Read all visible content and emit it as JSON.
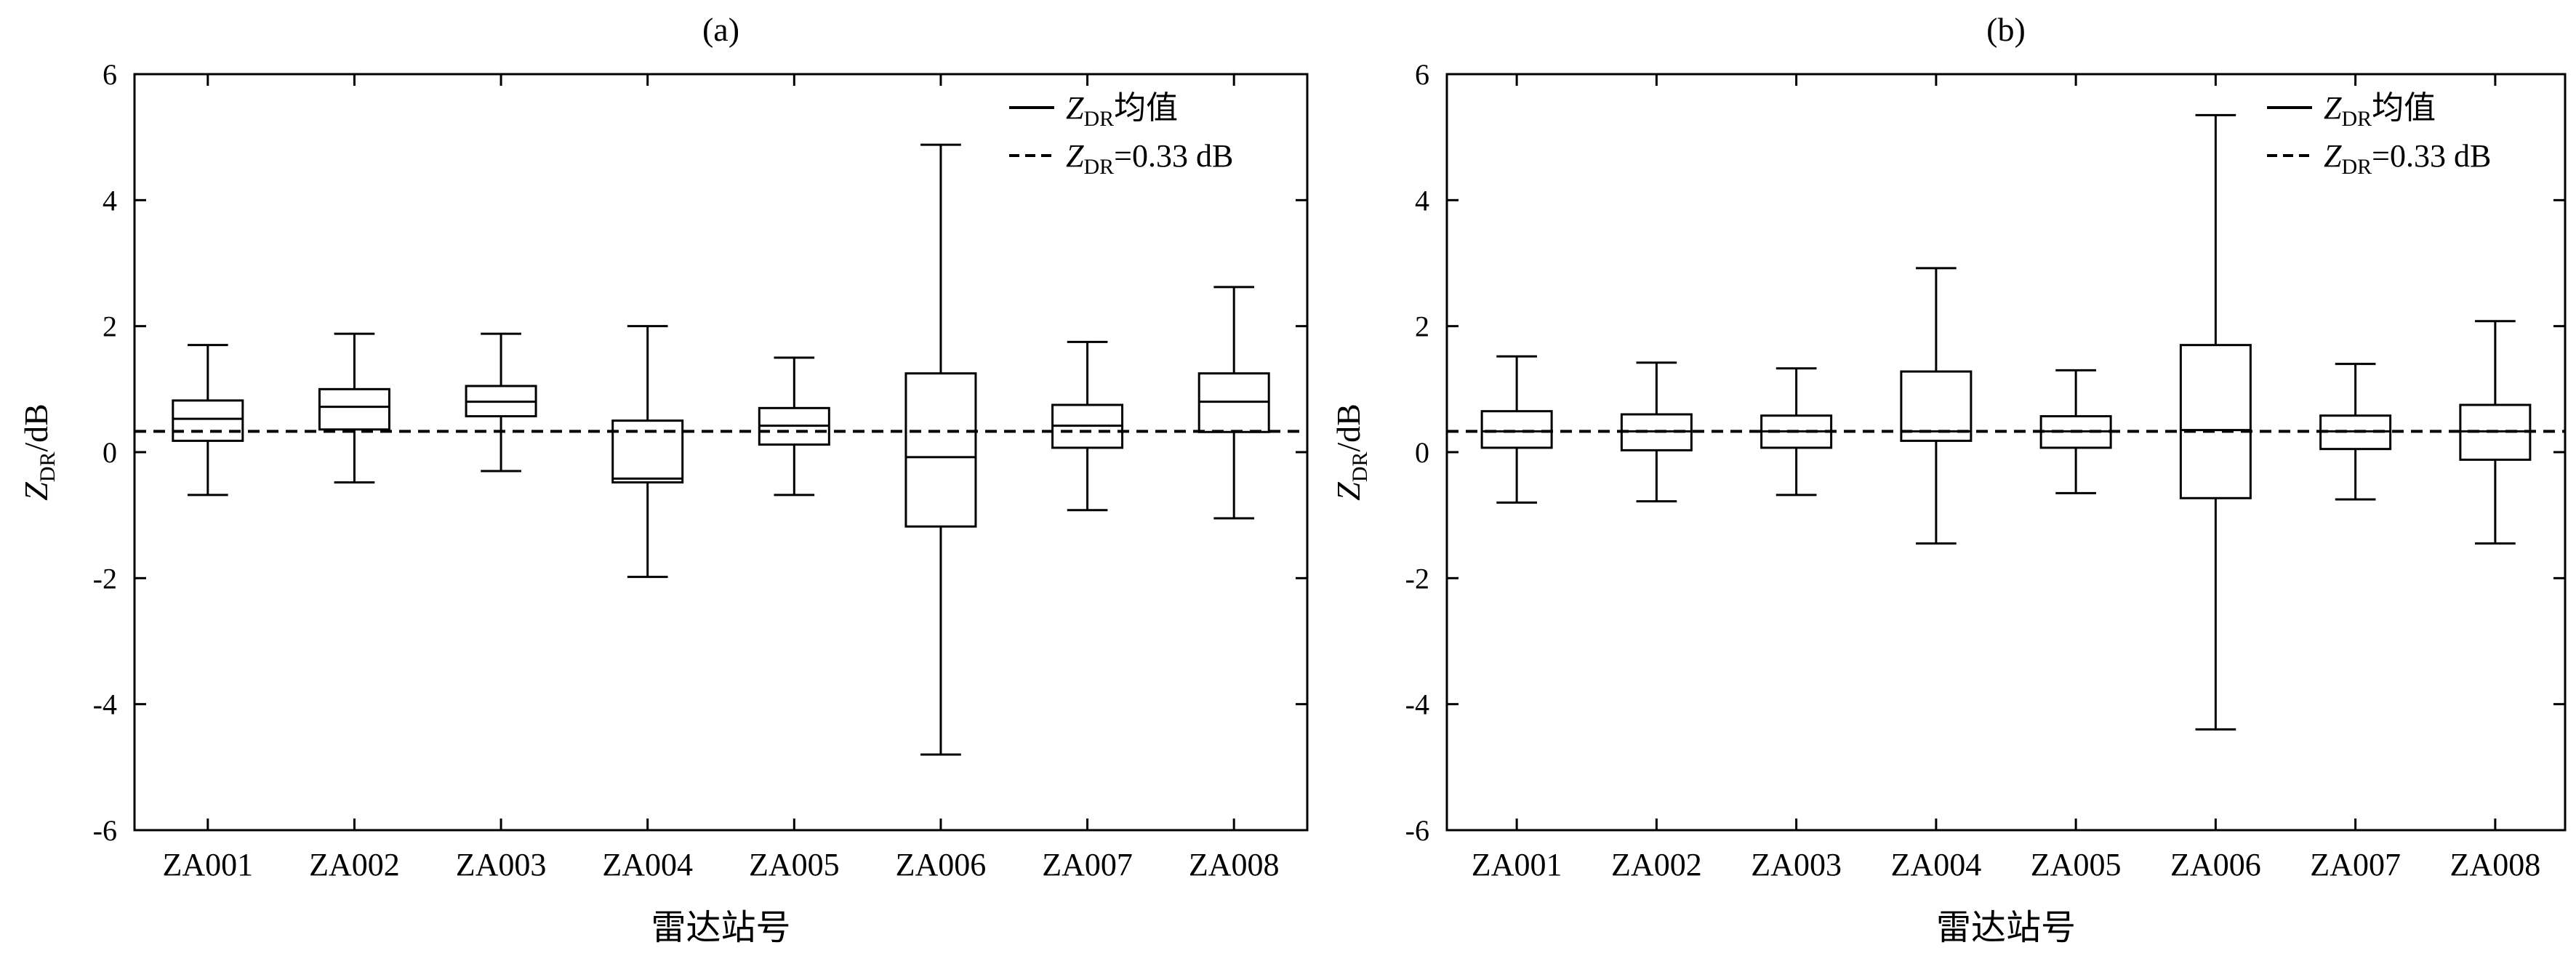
{
  "chart_data": [
    {
      "type": "box",
      "title": "(a)",
      "xlabel": "雷达站号",
      "ylabel": {
        "main": "Z",
        "sub": "DR",
        "unit": "/dB"
      },
      "ylim": [
        -6,
        6
      ],
      "yticks": [
        "6",
        "4",
        "2",
        "0",
        "-2",
        "-4",
        "-6"
      ],
      "grid": false,
      "legend_position": "top-right",
      "legend": [
        {
          "symbol": "Z",
          "sub": "DR",
          "text": "均值",
          "style": "solid"
        },
        {
          "symbol": "Z",
          "sub": "DR",
          "text": "=0.33 dB",
          "style": "dashed"
        }
      ],
      "reference_line": 0.33,
      "categories": [
        "ZA001",
        "ZA002",
        "ZA003",
        "ZA004",
        "ZA005",
        "ZA006",
        "ZA007",
        "ZA008"
      ],
      "boxes": [
        {
          "whisker_low": -0.68,
          "q1": 0.18,
          "median": 0.53,
          "q3": 0.82,
          "whisker_high": 1.7
        },
        {
          "whisker_low": -0.48,
          "q1": 0.36,
          "median": 0.72,
          "q3": 1.0,
          "whisker_high": 1.88
        },
        {
          "whisker_low": -0.3,
          "q1": 0.57,
          "median": 0.8,
          "q3": 1.05,
          "whisker_high": 1.88
        },
        {
          "whisker_low": -1.98,
          "q1": -0.48,
          "median": -0.42,
          "q3": 0.5,
          "whisker_high": 2.0
        },
        {
          "whisker_low": -0.68,
          "q1": 0.12,
          "median": 0.42,
          "q3": 0.7,
          "whisker_high": 1.5
        },
        {
          "whisker_low": -4.8,
          "q1": -1.18,
          "median": -0.08,
          "q3": 1.25,
          "whisker_high": 4.88
        },
        {
          "whisker_low": -0.92,
          "q1": 0.07,
          "median": 0.42,
          "q3": 0.75,
          "whisker_high": 1.75
        },
        {
          "whisker_low": -1.05,
          "q1": 0.32,
          "median": 0.8,
          "q3": 1.25,
          "whisker_high": 2.62
        }
      ]
    },
    {
      "type": "box",
      "title": "(b)",
      "xlabel": "雷达站号",
      "ylabel": {
        "main": "Z",
        "sub": "DR",
        "unit": "/dB"
      },
      "ylim": [
        -6,
        6
      ],
      "yticks": [
        "6",
        "4",
        "2",
        "0",
        "-2",
        "-4",
        "-6"
      ],
      "grid": false,
      "legend_position": "top-right",
      "legend": [
        {
          "symbol": "Z",
          "sub": "DR",
          "text": "均值",
          "style": "solid"
        },
        {
          "symbol": "Z",
          "sub": "DR",
          "text": "=0.33 dB",
          "style": "dashed"
        }
      ],
      "reference_line": 0.33,
      "categories": [
        "ZA001",
        "ZA002",
        "ZA003",
        "ZA004",
        "ZA005",
        "ZA006",
        "ZA007",
        "ZA008"
      ],
      "boxes": [
        {
          "whisker_low": -0.8,
          "q1": 0.07,
          "median": 0.33,
          "q3": 0.65,
          "whisker_high": 1.52
        },
        {
          "whisker_low": -0.78,
          "q1": 0.03,
          "median": 0.33,
          "q3": 0.6,
          "whisker_high": 1.42
        },
        {
          "whisker_low": -0.68,
          "q1": 0.07,
          "median": 0.33,
          "q3": 0.58,
          "whisker_high": 1.33
        },
        {
          "whisker_low": -1.45,
          "q1": 0.18,
          "median": 0.33,
          "q3": 1.28,
          "whisker_high": 2.92
        },
        {
          "whisker_low": -0.65,
          "q1": 0.07,
          "median": 0.33,
          "q3": 0.57,
          "whisker_high": 1.3
        },
        {
          "whisker_low": -4.4,
          "q1": -0.73,
          "median": 0.35,
          "q3": 1.7,
          "whisker_high": 5.35
        },
        {
          "whisker_low": -0.75,
          "q1": 0.05,
          "median": 0.33,
          "q3": 0.58,
          "whisker_high": 1.4
        },
        {
          "whisker_low": -1.45,
          "q1": -0.12,
          "median": 0.33,
          "q3": 0.75,
          "whisker_high": 2.08
        }
      ]
    }
  ]
}
